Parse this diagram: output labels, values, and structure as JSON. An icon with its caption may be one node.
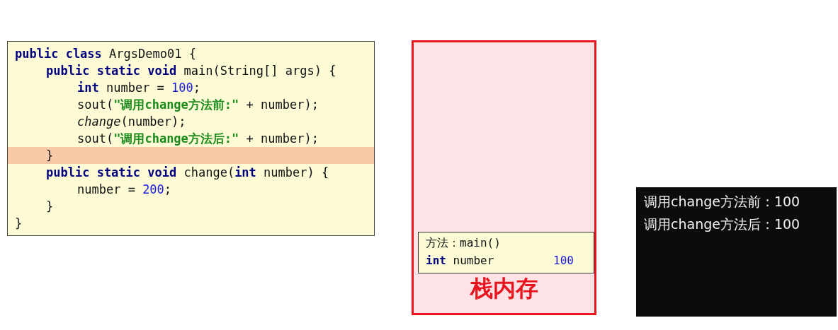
{
  "diagram": {
    "nodes": [
      {
        "text": [
          "**public class** ArgsDemo01 {",
          "**public static void** main(String[] args) {",
          "**int** number = 100;",
          "sout(**\"调用change方法前:\"** + number);",
          "*change*(number);",
          "sout(**\"调用change方法后:\"** + number);",
          "}",
          "**public static void** change(**int** number) {",
          "number = 200;",
          "}",
          "}"
        ]
      },
      {
        "text": [
          "栈内存"
        ]
      },
      {
        "text": [
          "方法：main()",
          "**int** number",
          "100"
        ],
        "in": 1
      },
      {
        "text": [
          "调用change方法前：100",
          "调用change方法后：100"
        ]
      }
    ]
  }
}
